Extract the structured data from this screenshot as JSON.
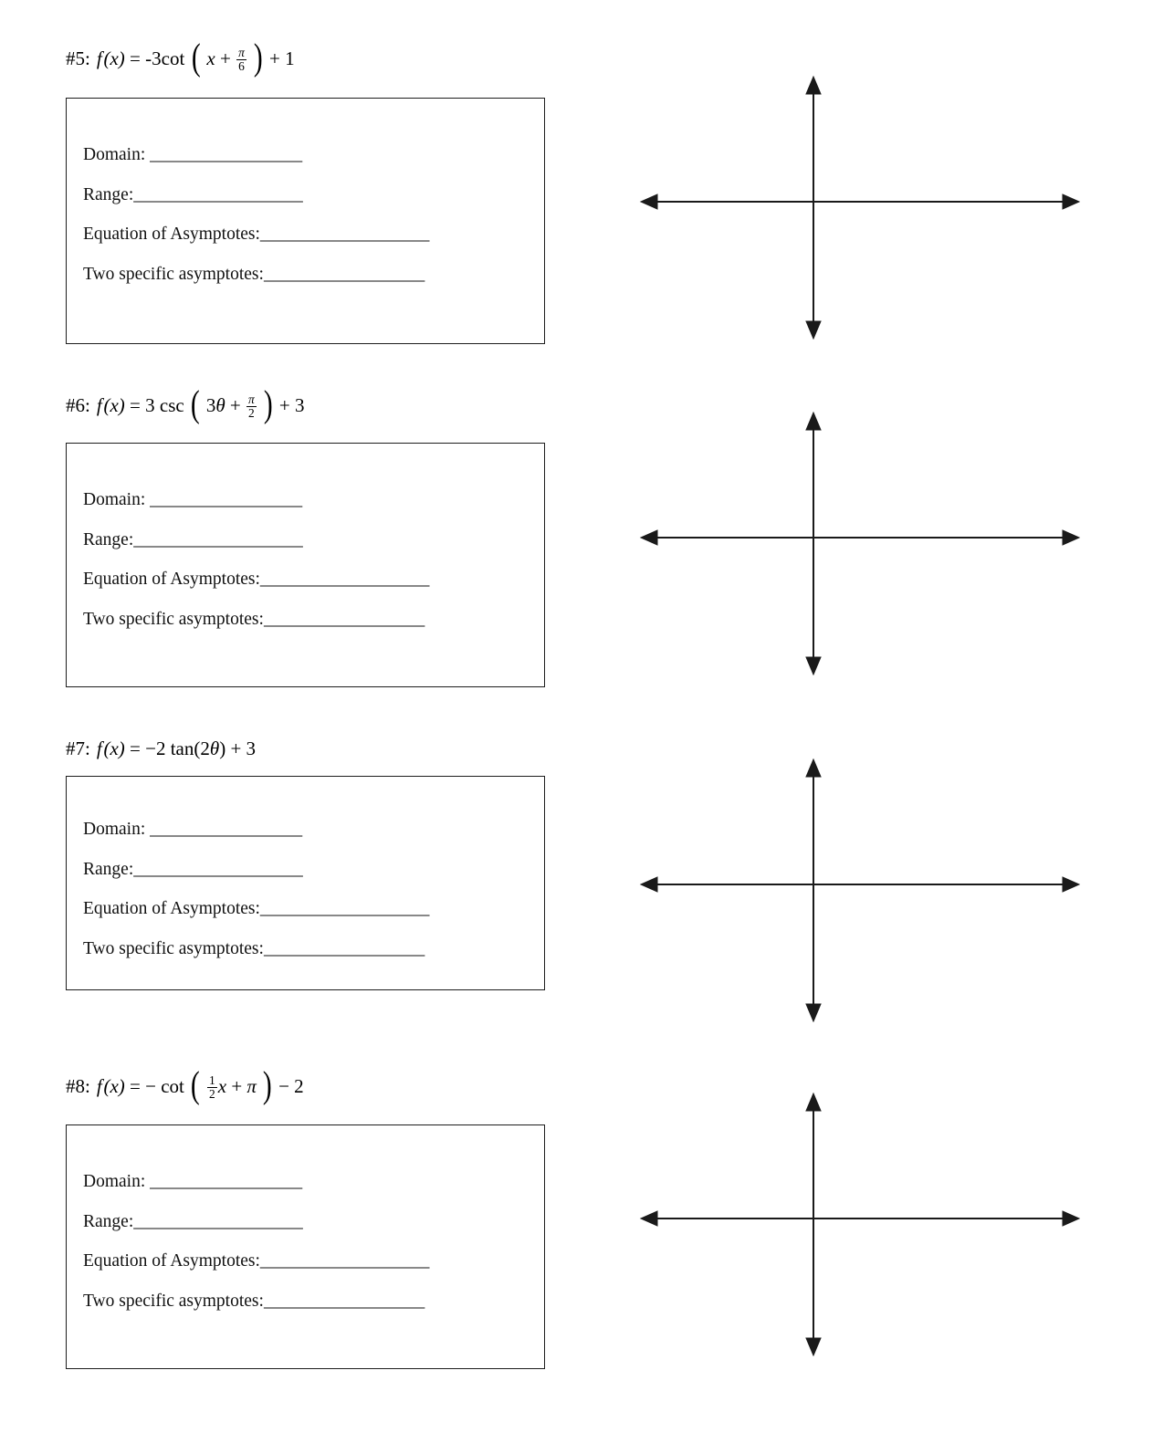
{
  "page": {
    "background": "#ffffff",
    "ink": "#000000",
    "box_border_color": "#1d1d1d",
    "axis_color": "#1a1a1a"
  },
  "answer_prompts": {
    "domain_label": "Domain: ",
    "domain_blank": "__________________",
    "range_label": "Range:",
    "range_blank": "____________________",
    "asymptote_equation_label": "Equation of Asymptotes:",
    "asymptote_equation_blank": "____________________",
    "two_asymptotes_label": "Two specific asymptotes:",
    "two_asymptotes_blank": "___________________"
  },
  "problems": [
    {
      "number": "#5:",
      "equation_plain": "#5: f(x) = -3cot(x + pi/6) + 1",
      "function_name": "f",
      "variable": "x",
      "amplitude": "-3",
      "trig": "cot",
      "inner_variable": "x",
      "inner_sign": "+",
      "phase_numerator": "π",
      "phase_denominator": "6",
      "vertical_shift_sign": "+",
      "vertical_shift": "1",
      "graph": {
        "type": "blank-coordinate-axes",
        "tick_marks": false,
        "labels": false
      }
    },
    {
      "number": "#6:",
      "equation_plain": "#6: f(x) = 3 csc(3θ + pi/2) + 3",
      "function_name": "f",
      "variable": "x",
      "amplitude": "3",
      "trig": "csc",
      "inner_coefficient": "3",
      "inner_variable": "θ",
      "inner_sign": "+",
      "phase_numerator": "π",
      "phase_denominator": "2",
      "vertical_shift_sign": "+",
      "vertical_shift": "3",
      "graph": {
        "type": "blank-coordinate-axes",
        "tick_marks": false,
        "labels": false
      }
    },
    {
      "number": "#7:",
      "equation_plain": "#7: f(x) = -2 tan(2θ) + 3",
      "function_name": "f",
      "variable": "x",
      "amplitude": "−2",
      "trig": "tan",
      "inner_coefficient": "2",
      "inner_variable": "θ",
      "vertical_shift_sign": "+",
      "vertical_shift": "3",
      "graph": {
        "type": "blank-coordinate-axes",
        "tick_marks": false,
        "labels": false
      }
    },
    {
      "number": "#8:",
      "equation_plain": "#8: f(x) = - cot(1/2 x + π) - 2",
      "function_name": "f",
      "variable": "x",
      "amplitude": "−",
      "trig": "cot",
      "inner_coefficient_numerator": "1",
      "inner_coefficient_denominator": "2",
      "inner_variable": "x",
      "inner_sign": "+",
      "phase": "π",
      "vertical_shift_sign": "−",
      "vertical_shift": "2",
      "graph": {
        "type": "blank-coordinate-axes",
        "tick_marks": false,
        "labels": false
      }
    }
  ]
}
